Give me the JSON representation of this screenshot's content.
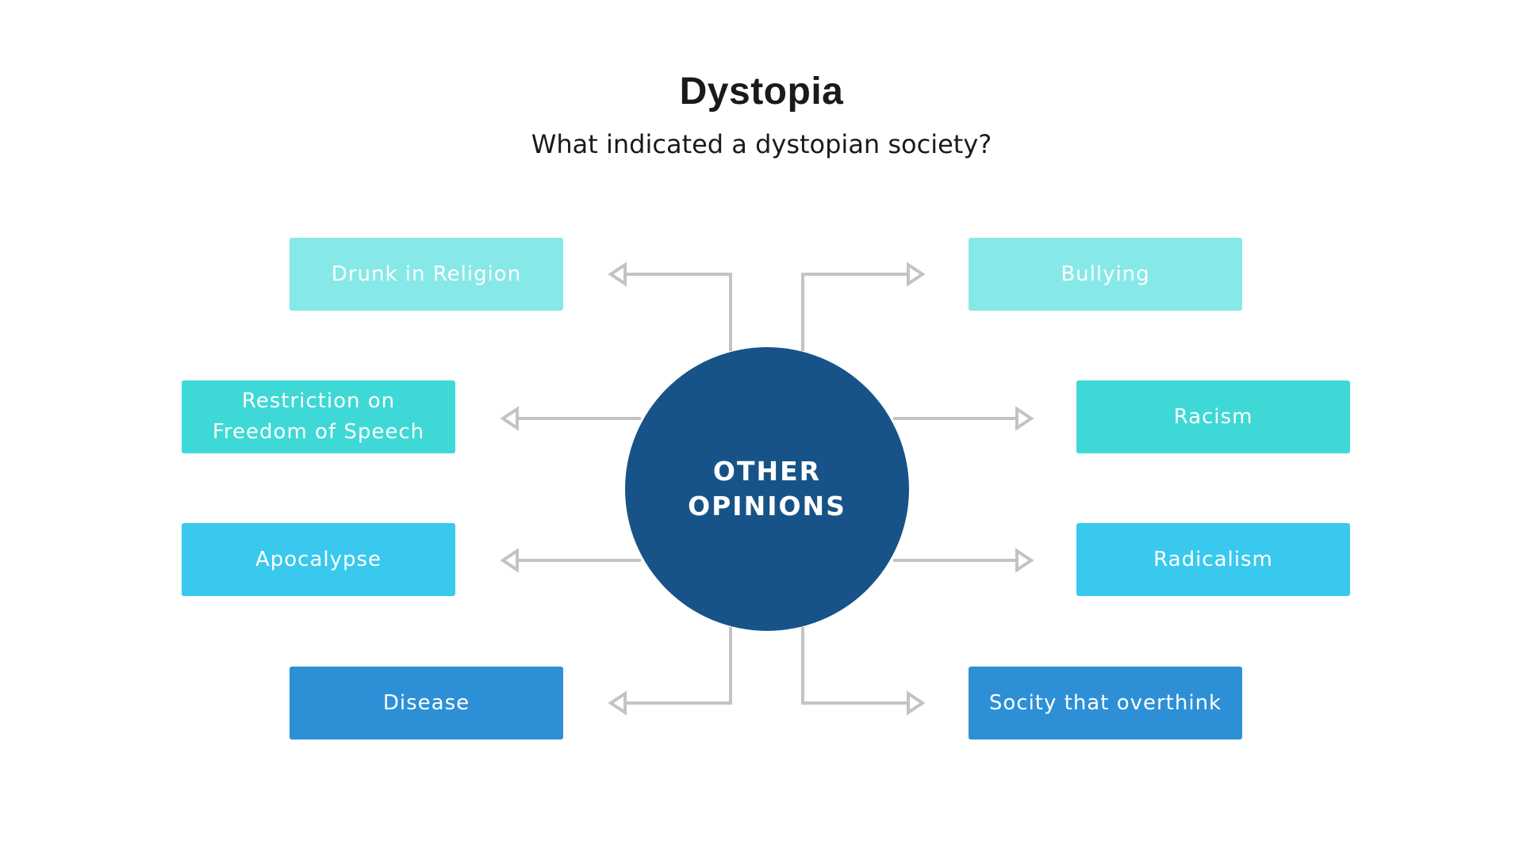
{
  "header": {
    "title": "Dystopia",
    "subtitle": "What indicated a dystopian society?"
  },
  "center": {
    "label": "OTHER OPINIONS",
    "color": "#175388"
  },
  "left_items": [
    {
      "label": "Drunk in Religion",
      "color": "#86E9E8"
    },
    {
      "label": "Restriction on Freedom of Speech",
      "color": "#3ED9D6"
    },
    {
      "label": "Apocalypse",
      "color": "#3AC9EE"
    },
    {
      "label": "Disease",
      "color": "#2D90D6"
    }
  ],
  "right_items": [
    {
      "label": "Bullying",
      "color": "#86E9E8"
    },
    {
      "label": "Racism",
      "color": "#3ED9D6"
    },
    {
      "label": "Radicalism",
      "color": "#3AC9EE"
    },
    {
      "label": "Socity that overthink",
      "color": "#2D90D6"
    }
  ],
  "connector_color": "#C3C3C3"
}
